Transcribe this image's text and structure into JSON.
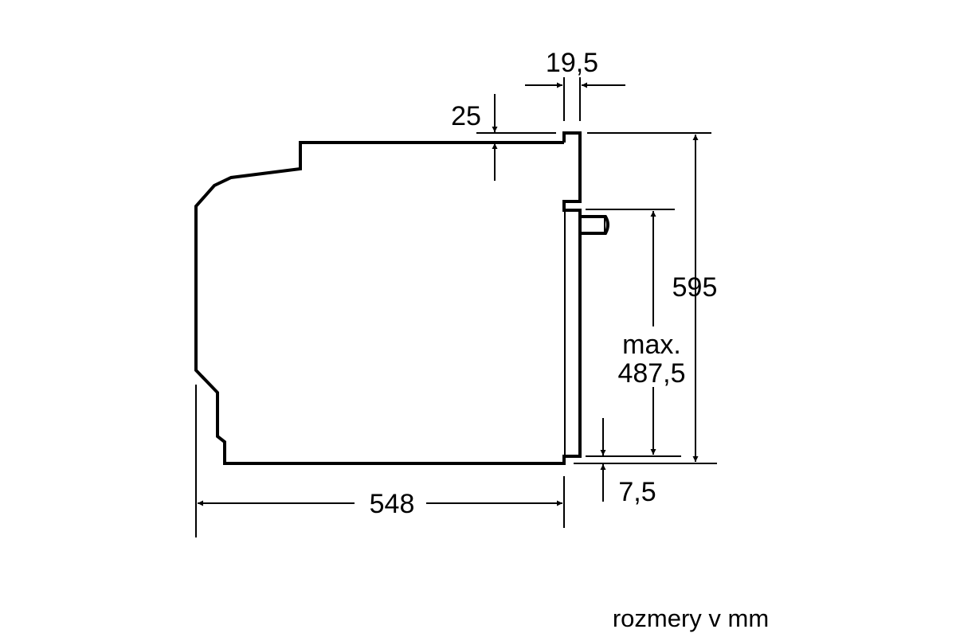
{
  "diagram": {
    "dimensions": {
      "front_panel_depth": "19,5",
      "top_offset": "25",
      "total_height": "595",
      "max_label": "max.",
      "max_height": "487,5",
      "bottom_offset": "7,5",
      "body_depth": "548"
    },
    "caption": "rozmery v mm",
    "line_color": "#000000"
  }
}
